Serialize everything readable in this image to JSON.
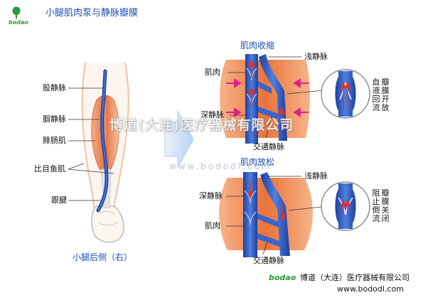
{
  "header": {
    "logo_text": "bodao",
    "title": "小腿肌肉泵与静脉瓣膜"
  },
  "left": {
    "labels": {
      "femoral_vein": "股静脉",
      "popliteal_vein": "腘静脉",
      "gastrocnemius": "腓肠肌",
      "soleus": "比目鱼肌",
      "tendon": "跟腱"
    },
    "caption": "小腿后侧（右）"
  },
  "contract": {
    "title": "肌肉收缩",
    "muscle": "肌肉",
    "superficial_vein": "浅静脉",
    "deep_vein": "深静脉",
    "communicating_vein": "交通静脉",
    "valve_open": "瓣膜开放",
    "blood_return": "血液回流"
  },
  "relax": {
    "title": "肌肉放松",
    "superficial_vein": "浅静脉",
    "deep_vein": "深静脉",
    "muscle": "肌肉",
    "communicating_vein": "交通静脉",
    "valve_closed": "瓣膜关闭",
    "prevent_backflow": "阻止倒流"
  },
  "watermark": {
    "company": "博道(大连)医疗器械有限公司",
    "url": "www.bododl.com"
  },
  "footer": {
    "logo_text": "bodao",
    "company": "博道（大连）医疗器械有限公司",
    "url": "www.bododl.com"
  },
  "colors": {
    "title_blue": "#1f4fb0",
    "vein_blue": "#2a55c8",
    "muscle_orange": "#e8743b",
    "arrow_magenta": "#e0208a",
    "flow_red": "#e03030",
    "logo_green": "#2a9a3a"
  }
}
